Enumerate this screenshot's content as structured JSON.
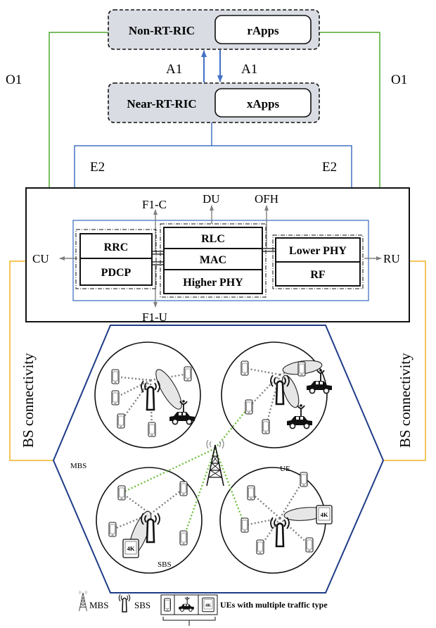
{
  "ric": {
    "non_rt": "Non-RT-RIC",
    "rapps": "rApps",
    "near_rt": "Near-RT-RIC",
    "xapps": "xApps"
  },
  "interfaces": {
    "o1_left": "O1",
    "o1_right": "O1",
    "a1_left": "A1",
    "a1_right": "A1",
    "e2_left": "E2",
    "e2_right": "E2",
    "f1c": "F1-C",
    "f1u": "F1-U",
    "du": "DU",
    "ofh": "OFH",
    "cu": "CU",
    "ru": "RU"
  },
  "stack": {
    "rrc": "RRC",
    "pdcp": "PDCP",
    "rlc": "RLC",
    "mac": "MAC",
    "higher_phy": "Higher PHY",
    "lower_phy": "Lower PHY",
    "rf": "RF"
  },
  "network": {
    "bs_connectivity_left": "BS connectivity",
    "bs_connectivity_right": "BS connectivity",
    "mbs_label": "MBS",
    "sbs_label": "SBS",
    "ue_label": "UE",
    "video_badge": "4K"
  },
  "legend": {
    "mbs": "MBS",
    "sbs": "SBS",
    "ues": "UEs with multiple traffic type",
    "video_badge": "4K"
  },
  "colors": {
    "o1_line": "#4ea72e",
    "a1_line": "#4472c4",
    "e2_line": "#4472c4",
    "bs_line": "#f0b323",
    "ric_fill": "#d9dce3",
    "hexagon": "#1f3c88",
    "link_gray": "#808080",
    "link_green": "#70c040",
    "beam_fill": "#e6e6e6"
  }
}
